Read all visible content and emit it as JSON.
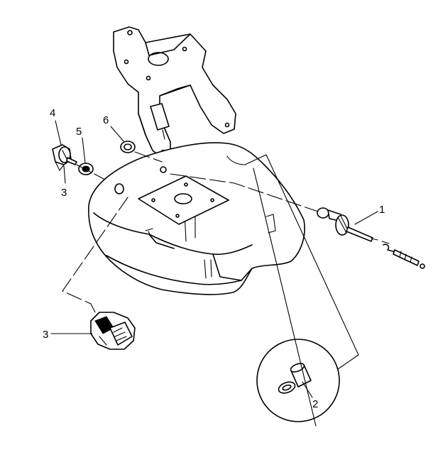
{
  "callouts": {
    "c1": "1",
    "c2": "2",
    "c3a": "3",
    "c3b": "3",
    "c4": "4",
    "c5": "5",
    "c6": "6"
  }
}
